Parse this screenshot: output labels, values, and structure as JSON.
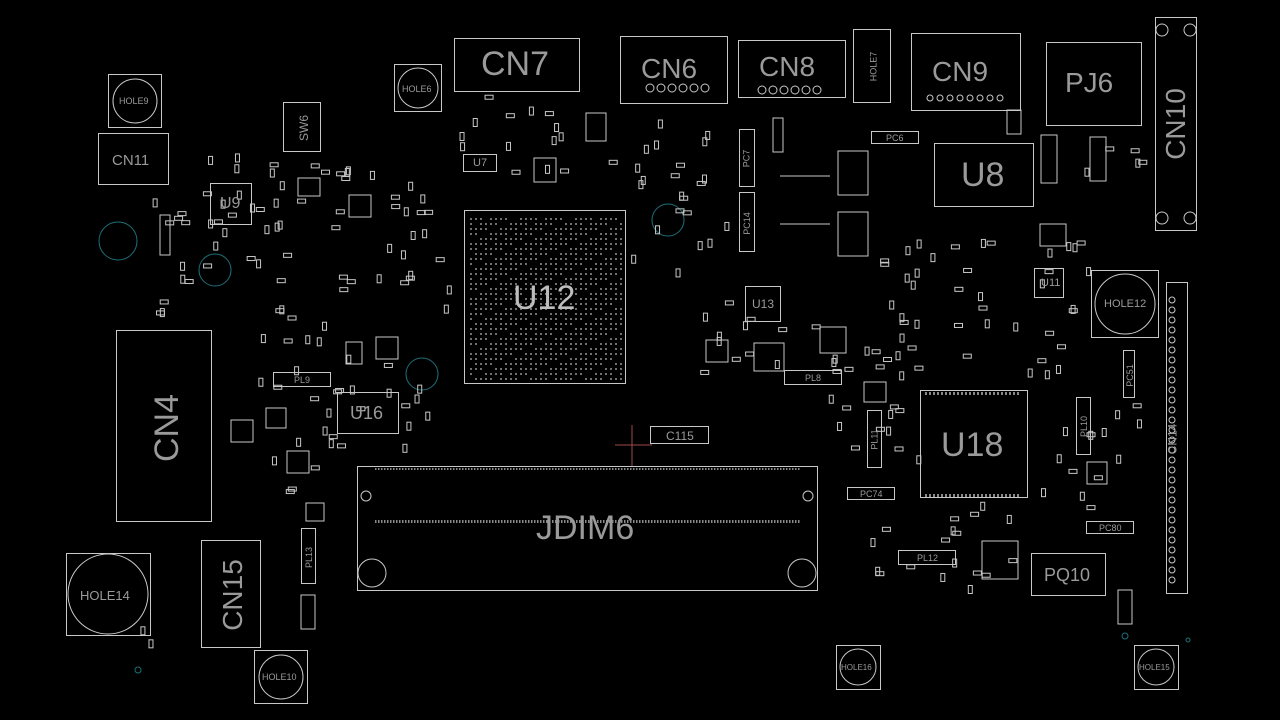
{
  "board": {
    "background": "#000000",
    "outline_color": "#c8c8c8",
    "label_color": "#9a9a9a",
    "via_color": "#1f6f7a"
  },
  "labels": {
    "cn7": "CN7",
    "cn6": "CN6",
    "cn8": "CN8",
    "cn9": "CN9",
    "pj6": "PJ6",
    "cn10": "CN10",
    "cn11": "CN11",
    "cn4": "CN4",
    "cn15": "CN15",
    "cn14": "CN14",
    "u12": "U12",
    "u8": "U8",
    "u18": "U18",
    "u16": "U16",
    "u9": "U9",
    "u7": "U7",
    "u13": "U13",
    "u11": "U11",
    "jdim6": "JDIM6",
    "pq10": "PQ10",
    "c115": "C115",
    "pl9": "PL9",
    "pl8": "PL8",
    "pl11": "PL11",
    "pl10": "PL10",
    "pl12": "PL12",
    "pl13": "PL13",
    "pc74": "PC74",
    "pc80": "PC80",
    "pc6": "PC6",
    "pc7": "PC7",
    "pc14": "PC14",
    "pc51": "PC51",
    "sw6": "SW6",
    "hole9": "HOLE9",
    "hole6": "HOLE6",
    "hole7": "HOLE7",
    "hole12": "HOLE12",
    "hole14": "HOLE14",
    "hole10": "HOLE10",
    "hole16": "HOLE16",
    "hole15": "HOLE15"
  }
}
